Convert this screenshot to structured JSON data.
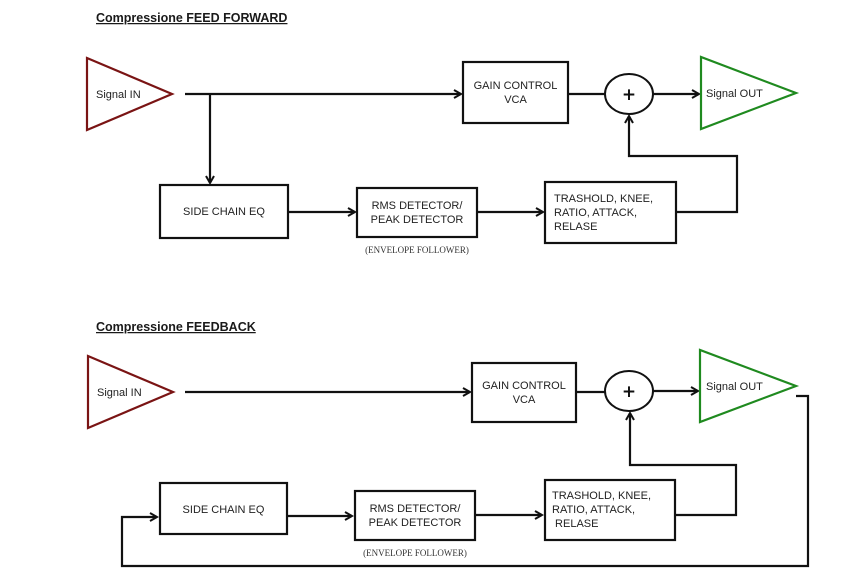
{
  "colors": {
    "input_triangle": "#7a1414",
    "output_triangle": "#1f8a1f",
    "lines": "#111111"
  },
  "feed_forward": {
    "title": "Compressione FEED FORWARD",
    "signal_in": "Signal IN",
    "signal_out": "Signal OUT",
    "gain_control": [
      "GAIN CONTROL",
      "VCA"
    ],
    "summing_symbol": "+",
    "side_chain_eq": "SIDE CHAIN EQ",
    "detector": [
      "RMS DETECTOR/",
      "PEAK DETECTOR"
    ],
    "detector_caption": "(ENVELOPE FOLLOWER)",
    "parameters": [
      "TRASHOLD, KNEE,",
      "RATIO, ATTACK,",
      "RELASE"
    ]
  },
  "feedback": {
    "title": "Compressione FEEDBACK",
    "signal_in": "Signal IN",
    "signal_out": "Signal OUT",
    "gain_control": [
      "GAIN CONTROL",
      "VCA"
    ],
    "summing_symbol": "+",
    "side_chain_eq": "SIDE CHAIN EQ",
    "detector": [
      "RMS DETECTOR/",
      "PEAK DETECTOR"
    ],
    "detector_caption": "(ENVELOPE FOLLOWER)",
    "parameters": [
      "TRASHOLD, KNEE,",
      "RATIO, ATTACK,",
      " RELASE"
    ]
  }
}
